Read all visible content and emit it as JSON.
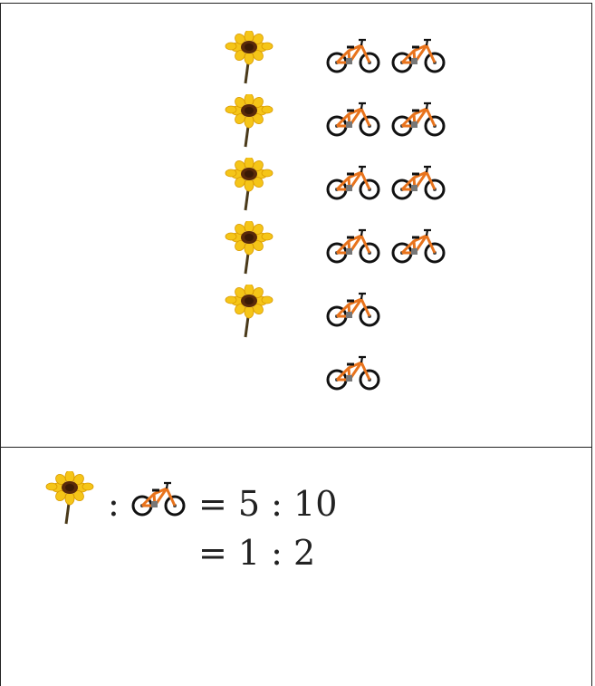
{
  "picture_rows": {
    "flower_icon": "sunflower-icon",
    "bike_icon": "bicycle-icon",
    "flower_count": 5,
    "bike_count": 10,
    "bike_rows": [
      2,
      2,
      2,
      2,
      1,
      1
    ]
  },
  "ratio": {
    "colon": ":",
    "line1": "= 5 : 10",
    "line2": "= 1 : 2"
  },
  "colors": {
    "petal": "#f5c518",
    "petal_dark": "#e0a100",
    "center": "#5a2a0a",
    "stem": "#4a3a1a",
    "bike_frame": "#e8731c",
    "bike_wheel": "#111111"
  }
}
